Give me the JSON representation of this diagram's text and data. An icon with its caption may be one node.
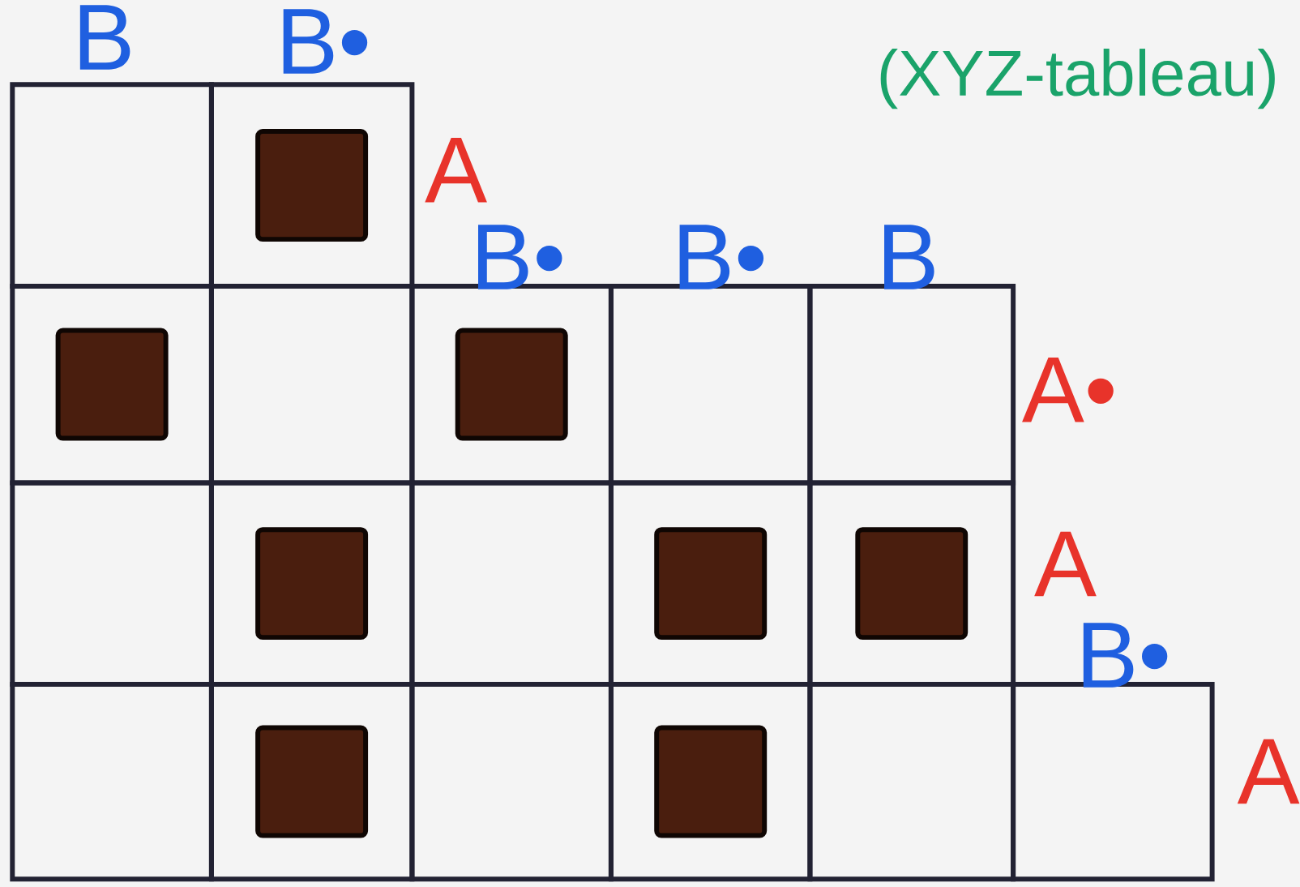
{
  "diagram": {
    "labels": [
      "B",
      "B•",
      "(XYZ-tableau)",
      "A",
      "B•",
      "B•",
      "B",
      "A•",
      "A",
      "B•",
      "A"
    ]
  }
}
